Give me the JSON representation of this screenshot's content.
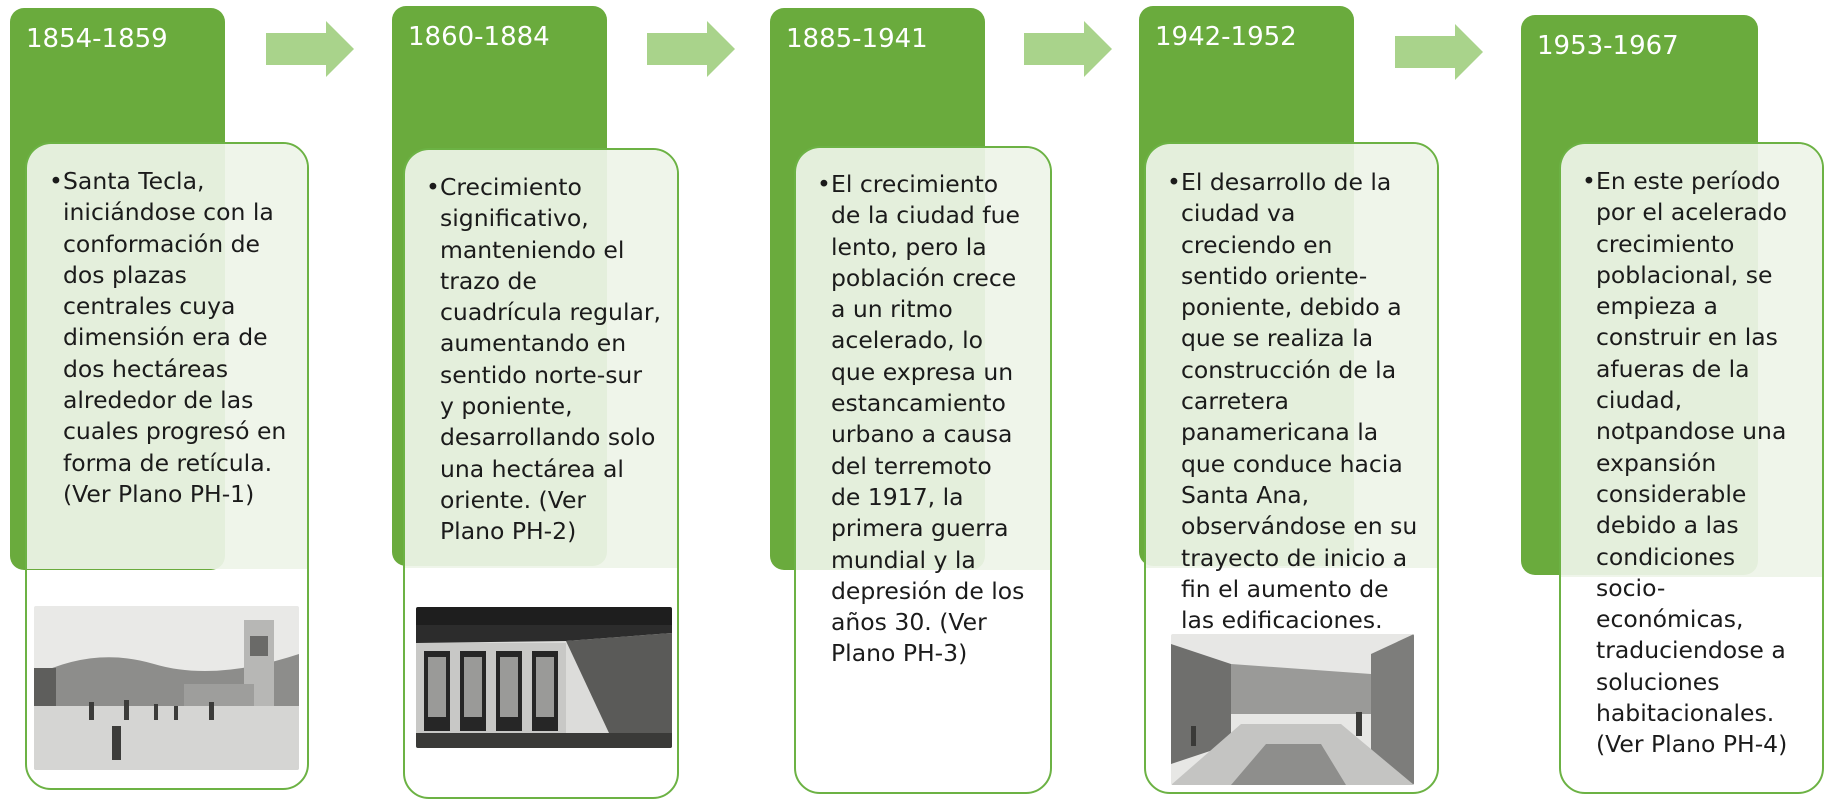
{
  "colors": {
    "header": "#6aab3d",
    "card_border": "#6cb244",
    "arrow": "#a9d38b",
    "card_fill": "#eef4e8"
  },
  "stages": [
    {
      "period": "1854-1859",
      "lines": [
        "Santa Tecla,",
        "iniciándose con la",
        "conformación de",
        "dos plazas",
        "centrales cuya",
        "dimensión era de",
        "dos hectáreas",
        "alrededor de las",
        "cuales progresó en",
        "forma de retícula.",
        "(Ver Plano PH-1)"
      ]
    },
    {
      "period": "1860-1884",
      "lines": [
        "Crecimiento",
        "significativo,",
        "manteniendo el",
        "trazo de",
        "cuadrícula regular,",
        "aumentando en",
        "sentido norte-sur",
        "y poniente,",
        "desarrollando solo",
        "una hectárea al",
        "oriente. (Ver",
        "Plano PH-2)"
      ]
    },
    {
      "period": "1885-1941",
      "lines": [
        "El crecimiento",
        "de la ciudad fue",
        "lento, pero la",
        "población crece",
        "a un ritmo",
        "acelerado, lo",
        "que expresa un",
        "estancamiento",
        "urbano a causa",
        "del terremoto",
        "de 1917, la",
        "primera guerra",
        "mundial y la",
        "depresión de los",
        "años 30. (Ver",
        "Plano PH-3)"
      ]
    },
    {
      "period": "1942-1952",
      "lines": [
        "El desarrollo de la",
        "ciudad va",
        "creciendo en",
        "sentido oriente-",
        "poniente, debido a",
        "que se realiza la",
        "construcción de la",
        "carretera",
        "panamericana la",
        "que conduce hacia",
        "Santa Ana,",
        "observándose en su",
        "trayecto de inicio a",
        "fin el aumento de",
        "las edificaciones."
      ]
    },
    {
      "period": "1953-1967",
      "lines": [
        "En este período",
        "por el acelerado",
        "crecimiento",
        "poblacional, se",
        "empieza a",
        "construir en las",
        "afueras de la",
        "ciudad,",
        "notpandose una",
        "expansión",
        "considerable",
        "debido a las",
        "condiciones",
        "socio-",
        "económicas,",
        "traduciendose a",
        "soluciones",
        "habitacionales.",
        "(Ver Plano PH-4)"
      ]
    }
  ]
}
